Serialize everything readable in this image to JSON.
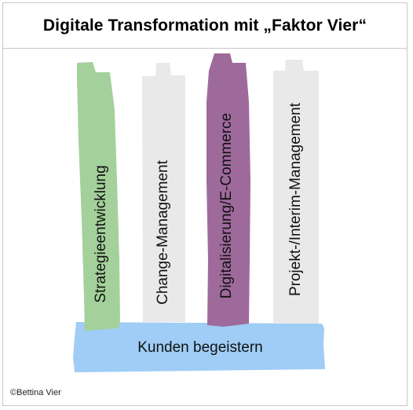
{
  "title": "Digitale Transformation mit „Faktor Vier“",
  "pillars": [
    {
      "label": "Strategieentwicklung",
      "color": "#a4d19b"
    },
    {
      "label": "Change-Management",
      "color": "#e9e9e9"
    },
    {
      "label": "Digitalisierung/E-Commerce",
      "color": "#9e6a9c"
    },
    {
      "label": "Projekt-/Interim-Management",
      "color": "#e9e9e9"
    }
  ],
  "base": {
    "label": "Kunden begeistern",
    "color": "#9fcdf6"
  },
  "copyright": "©Bettina Vier"
}
